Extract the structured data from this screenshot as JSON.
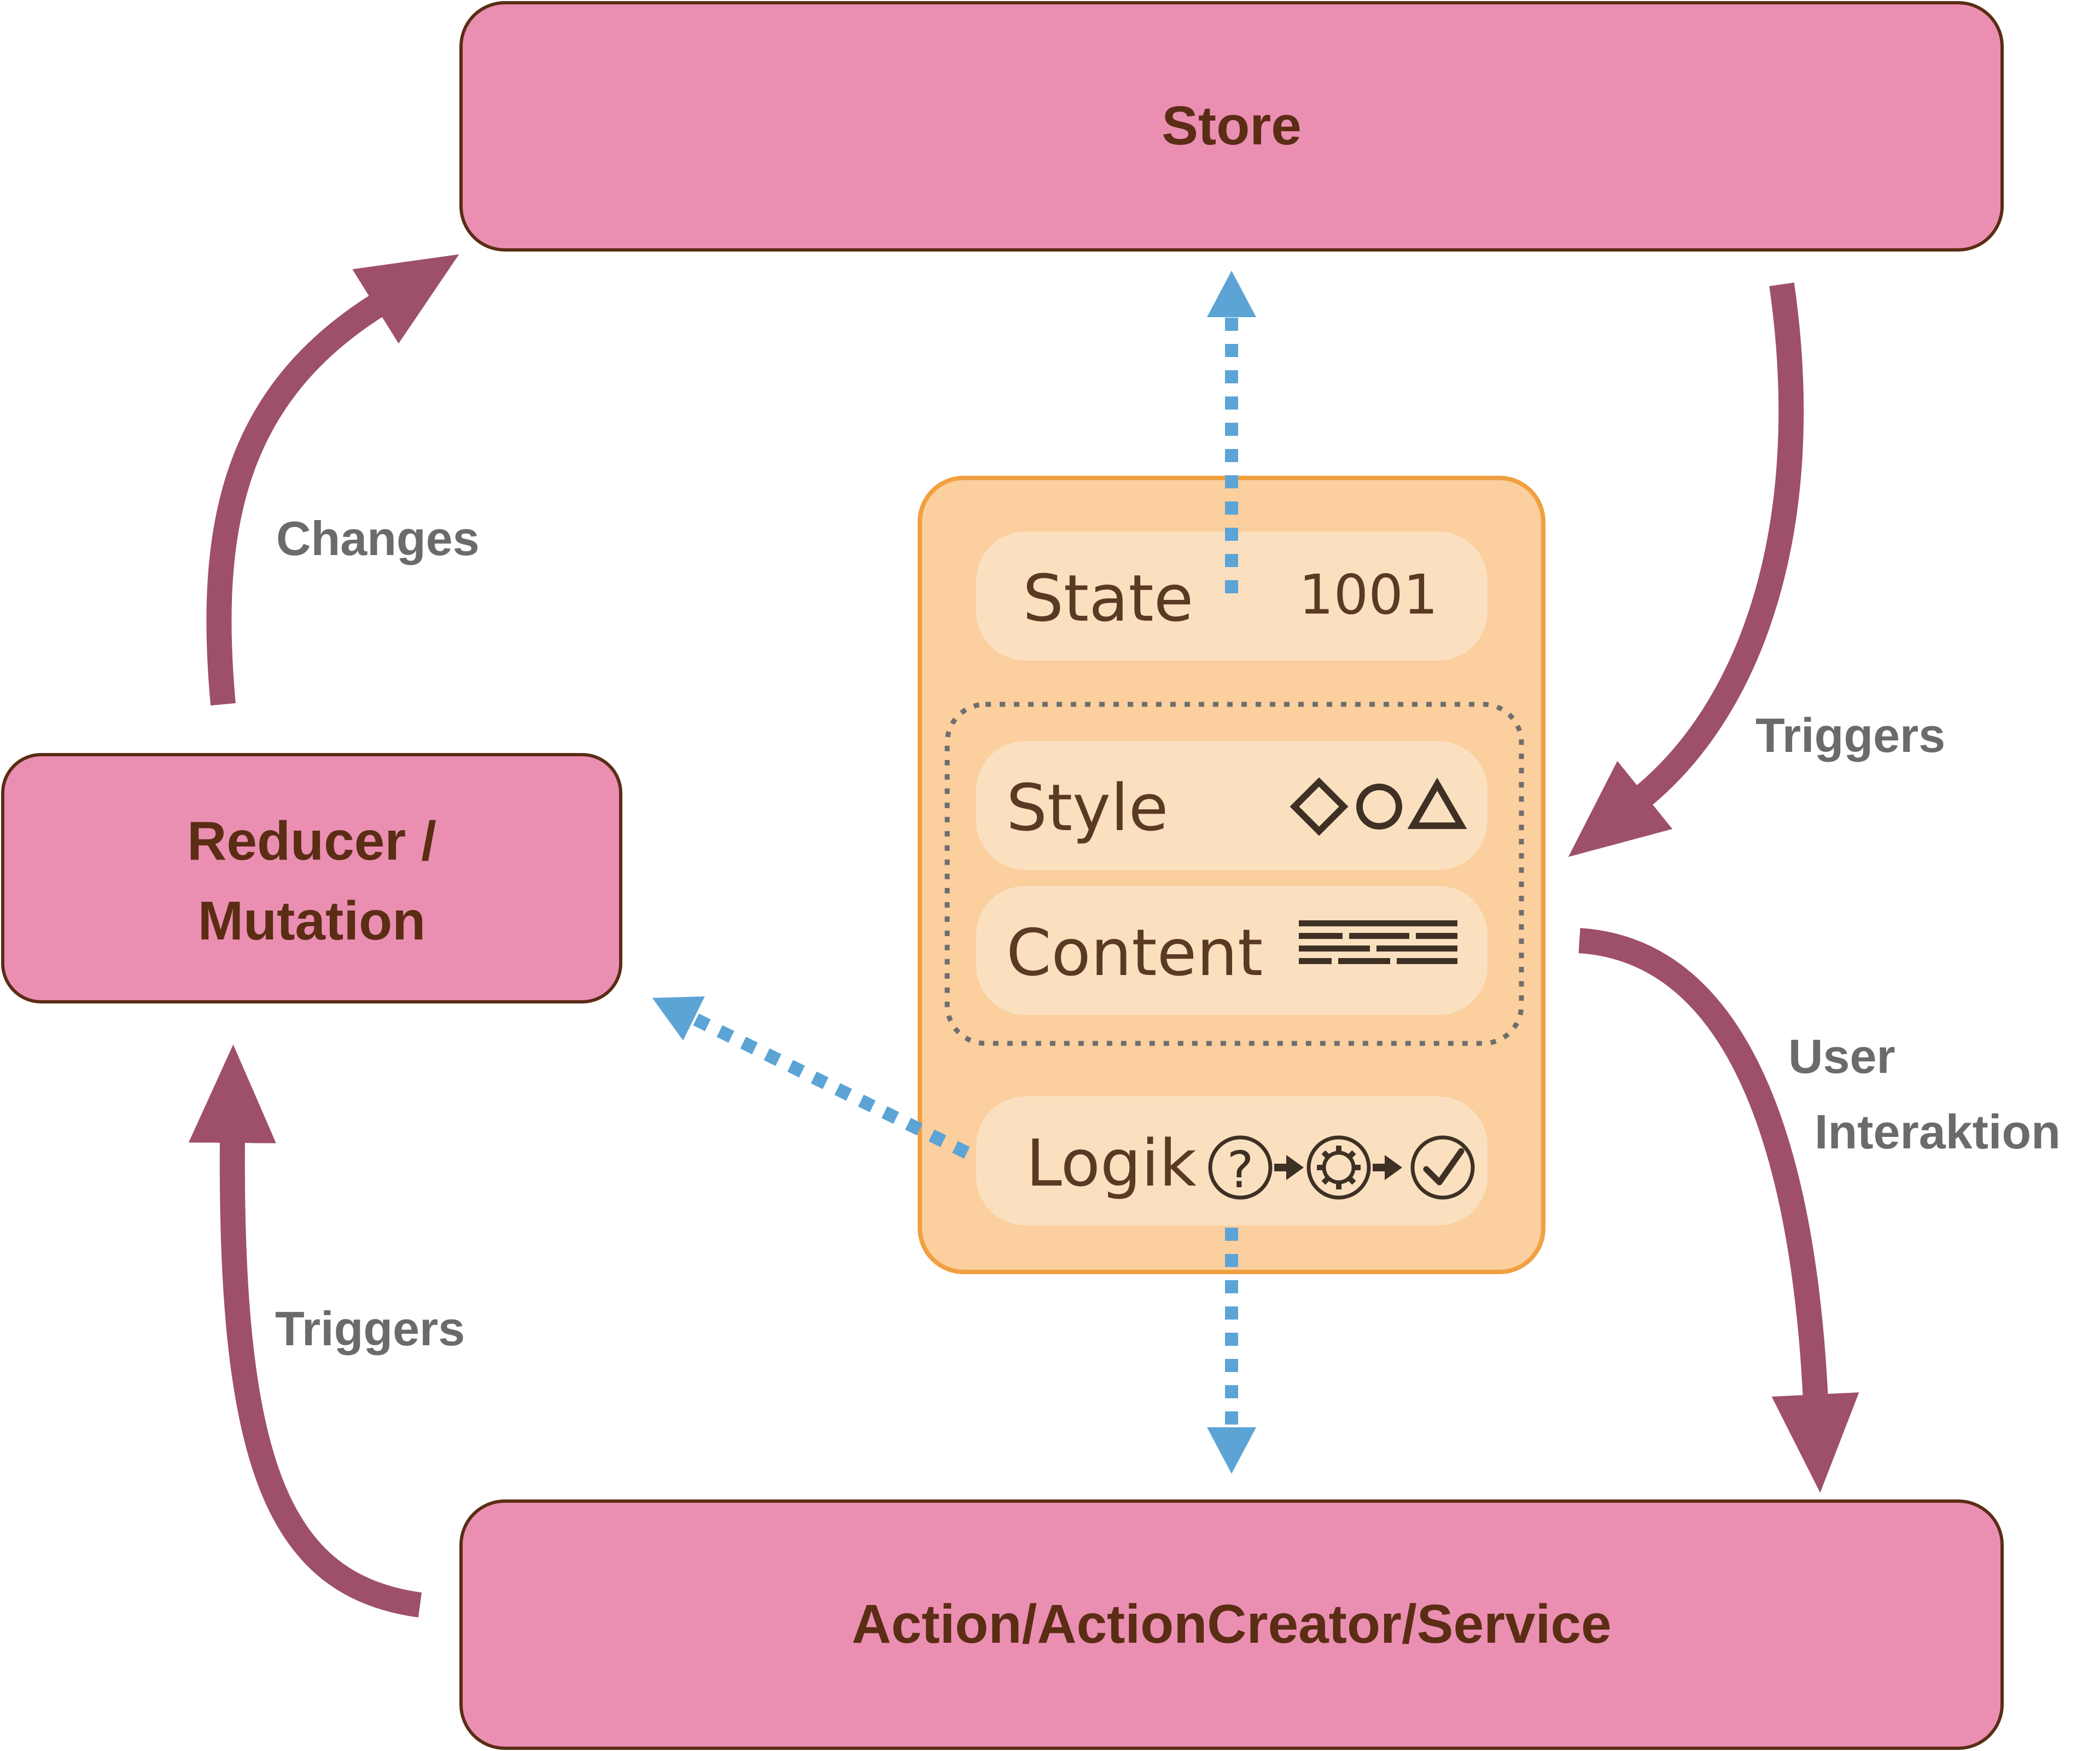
{
  "nodes": {
    "store": {
      "label": "Store"
    },
    "reducer": {
      "line1": "Reducer /",
      "line2": "Mutation"
    },
    "action": {
      "label": "Action/ActionCreator/Service"
    }
  },
  "component": {
    "state_label": "State",
    "state_value": "1001",
    "style_label": "Style",
    "content_label": "Content",
    "logic_label": "Logik"
  },
  "edges": {
    "changes": "Changes",
    "triggers_store": "Triggers",
    "triggers_action": "Triggers",
    "user_interaction_line1": "User",
    "user_interaction_line2": "Interaktion"
  },
  "colors": {
    "box_fill": "#eb8fb2",
    "arrow": "#9e4f6c",
    "component_fill": "#fbcf9e",
    "component_border": "#f0a040",
    "dotted_arrow": "#5ca4d6",
    "label_text": "#6b6b6b",
    "title_text": "#5a2d14"
  }
}
